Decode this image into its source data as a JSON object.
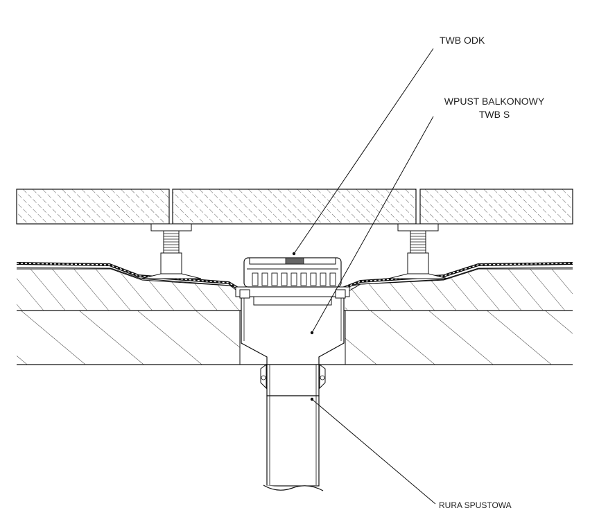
{
  "labels": {
    "twb_odk": "TWB ODK",
    "wpust_line1": "WPUST BALKONOWY",
    "wpust_line2": "TWB S",
    "rura": "RURA SPUSTOWA"
  }
}
